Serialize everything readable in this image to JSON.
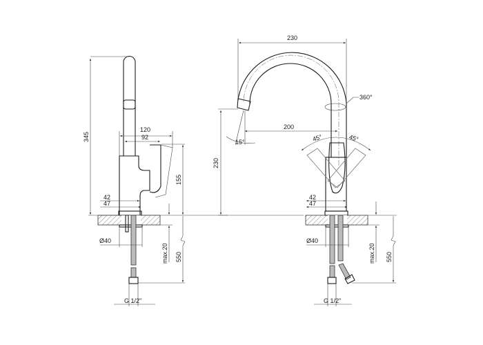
{
  "drawing": {
    "side_view": {
      "dims": {
        "height_total": "345",
        "handle_reach": "120",
        "handle_reach_inner": "92",
        "handle_height": "155",
        "body_width_a": "42",
        "body_width_b": "47",
        "base_diameter": "Ø40",
        "max_counter": "max.20",
        "hose_length": "550",
        "thread": "G 1/2\""
      }
    },
    "front_view": {
      "dims": {
        "spout_width": "230",
        "spout_height": "230",
        "spout_reach": "200",
        "rotation": "360°",
        "lever_left": "45°",
        "lever_right": "45°",
        "spout_angle": "15°",
        "body_width_a": "42",
        "body_width_b": "47",
        "base_diameter": "Ø40",
        "max_counter": "max.20",
        "hose_length": "550",
        "thread": "G 1/2\""
      }
    }
  }
}
